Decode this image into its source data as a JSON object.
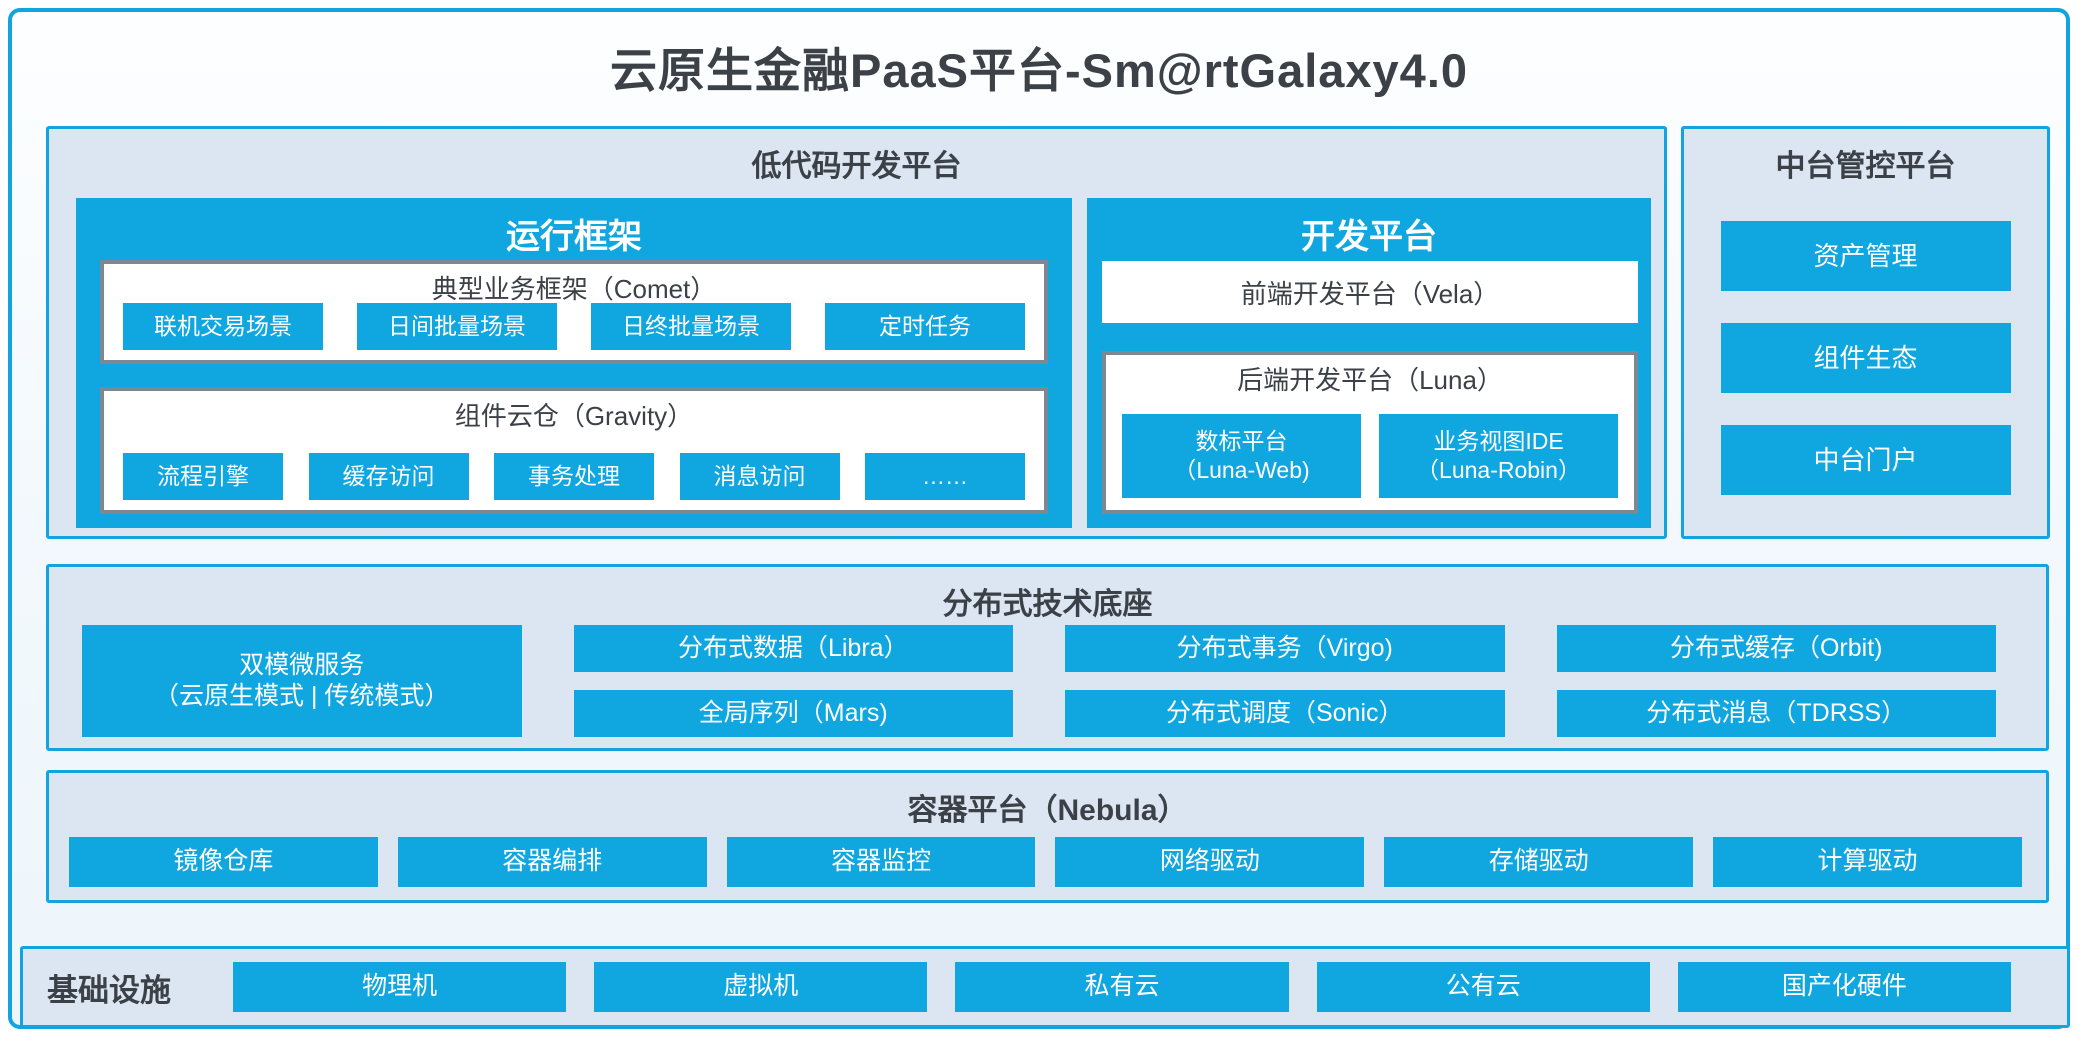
{
  "title": "云原生金融PaaS平台-Sm@rtGalaxy4.0",
  "colors": {
    "accent_blue": "#10A6E0",
    "panel_background": "#DCE6F2",
    "grey_border": "#7C8995",
    "dark_text": "#3B4147"
  },
  "lowcode": {
    "title": "低代码开发平台",
    "runtime": {
      "title": "运行框架",
      "comet": {
        "title": "典型业务框架（Comet）",
        "items": [
          "联机交易场景",
          "日间批量场景",
          "日终批量场景",
          "定时任务"
        ]
      },
      "gravity": {
        "title": "组件云仓（Gravity）",
        "items": [
          "流程引擎",
          "缓存访问",
          "事务处理",
          "消息访问",
          "……"
        ]
      }
    },
    "dev": {
      "title": "开发平台",
      "vela": "前端开发平台（Vela）",
      "luna": {
        "title": "后端开发平台（Luna）",
        "items": [
          {
            "line1": "数标平台",
            "line2": "（Luna-Web)"
          },
          {
            "line1": "业务视图IDE",
            "line2": "（Luna-Robin）"
          }
        ]
      }
    }
  },
  "midplatform": {
    "title": "中台管控平台",
    "items": [
      "资产管理",
      "组件生态",
      "中台门户"
    ]
  },
  "distributed": {
    "title": "分布式技术底座",
    "dual": {
      "line1": "双模微服务",
      "line2": "（云原生模式 | 传统模式）"
    },
    "columns": [
      [
        "分布式数据（Libra）",
        "全局序列（Mars)"
      ],
      [
        "分布式事务（Virgo)",
        "分布式调度（Sonic）"
      ],
      [
        "分布式缓存（Orbit)",
        "分布式消息（TDRSS）"
      ]
    ]
  },
  "container": {
    "title": "容器平台（Nebula）",
    "items": [
      "镜像仓库",
      "容器编排",
      "容器监控",
      "网络驱动",
      "存储驱动",
      "计算驱动"
    ]
  },
  "infra": {
    "label": "基础设施",
    "items": [
      "物理机",
      "虚拟机",
      "私有云",
      "公有云",
      "国产化硬件"
    ]
  }
}
